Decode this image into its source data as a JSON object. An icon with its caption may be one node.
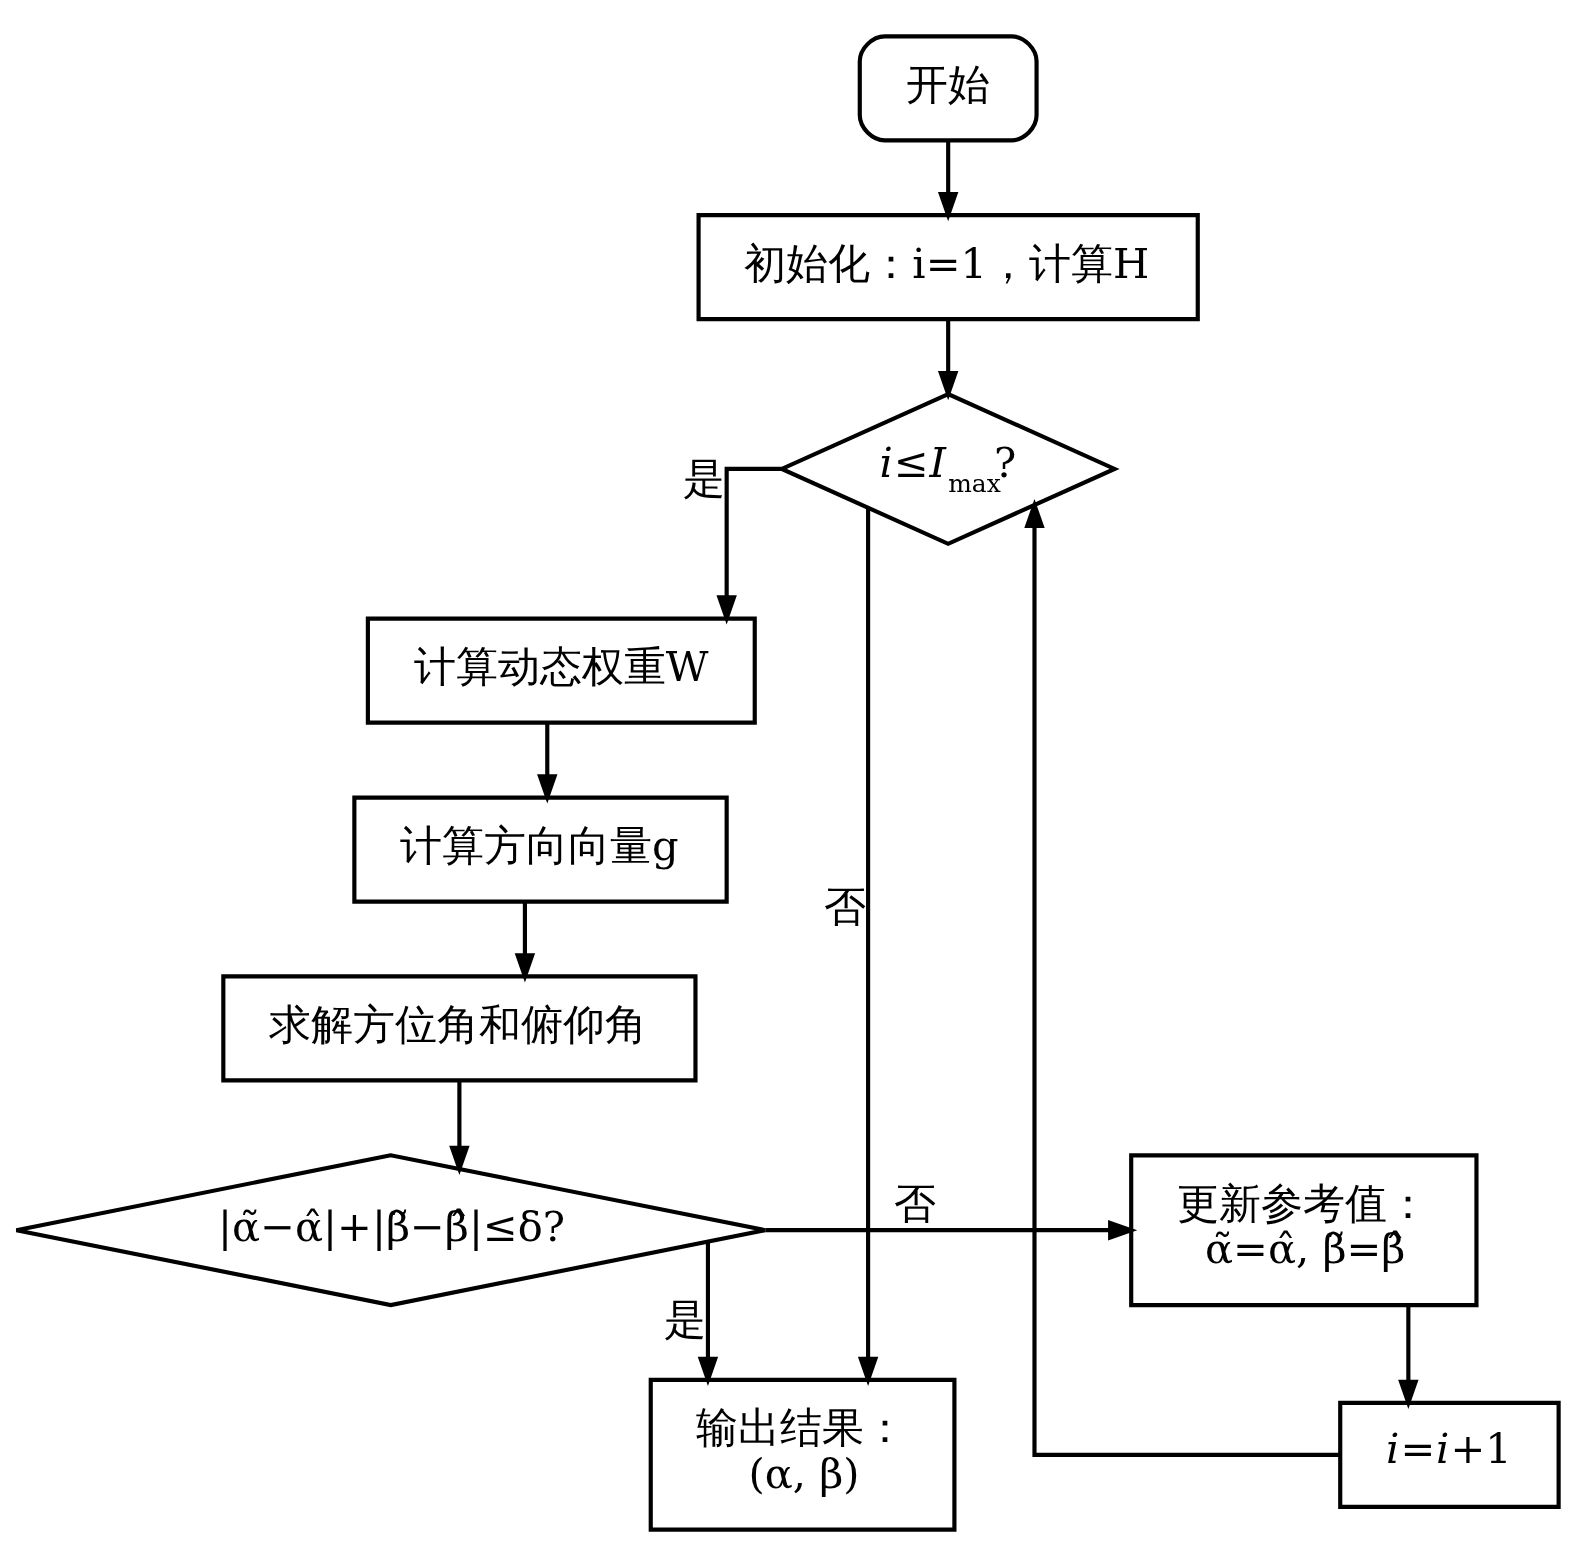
{
  "diagram": {
    "nodes": [
      {
        "text": [
          "开始"
        ]
      },
      {
        "text": [
          "初始化：i=1，计算H"
        ]
      },
      {
        "text": [
          "*i*≤*I*$_{max}$?"
        ]
      },
      {
        "text": [
          "计算动态权重W"
        ]
      },
      {
        "text": [
          "计算方向向量g"
        ]
      },
      {
        "text": [
          "求解方位角和俯仰角"
        ]
      },
      {
        "text": [
          "|α̃−α̂|+|β̃−β̂|≤δ?"
        ]
      },
      {
        "text": [
          "输出结果：",
          "(α, β)"
        ]
      },
      {
        "text": [
          "*i*=*i*+1"
        ]
      },
      {
        "text": [
          "更新参考值：",
          "α̃=α̂, β̃=β̂"
        ]
      }
    ],
    "edges": [
      {
        "from": 0,
        "to": 1,
        "arrow": "to"
      },
      {
        "from": 1,
        "to": 2,
        "arrow": "to"
      },
      {
        "from": 2,
        "to": 3,
        "arrow": "to",
        "label": "是"
      },
      {
        "from": 3,
        "to": 4,
        "arrow": "to"
      },
      {
        "from": 4,
        "to": 5,
        "arrow": "to"
      },
      {
        "from": 5,
        "to": 6,
        "arrow": "to"
      },
      {
        "from": 6,
        "to": 7,
        "arrow": "to",
        "label": "是"
      },
      {
        "from": 2,
        "to": 7,
        "arrow": "to",
        "label": "否"
      },
      {
        "from": 6,
        "to": 9,
        "arrow": "to",
        "label": "否"
      },
      {
        "from": 9,
        "to": 8,
        "arrow": "to"
      },
      {
        "from": 8,
        "to": 2,
        "arrow": "to"
      }
    ]
  }
}
